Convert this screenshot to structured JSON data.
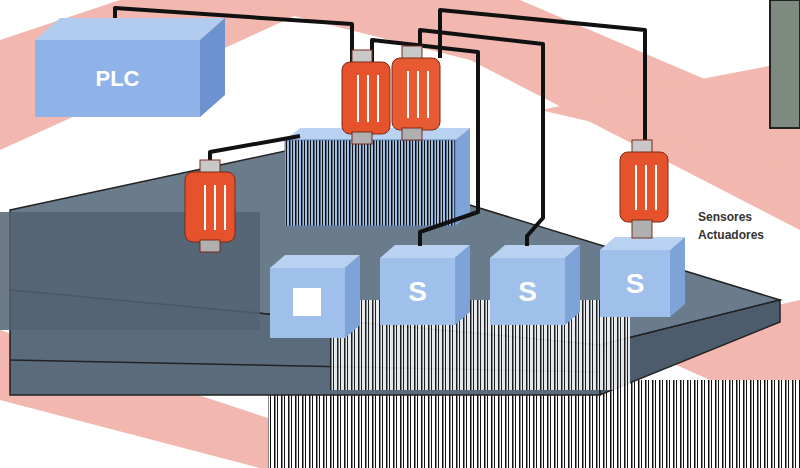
{
  "diagram": {
    "nodes": [
      {
        "text": [
          "PLC"
        ]
      },
      {
        "text": [
          "S"
        ]
      },
      {
        "text": [
          "S"
        ]
      },
      {
        "text": [
          "S"
        ]
      }
    ],
    "labels": [
      "Sensores",
      "Actuadores"
    ]
  }
}
